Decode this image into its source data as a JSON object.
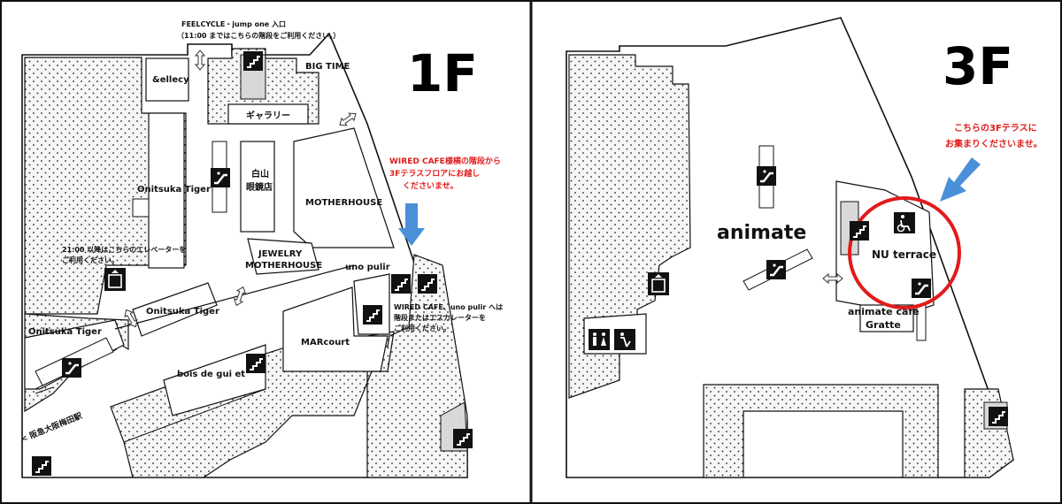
{
  "floor1": {
    "title": "1F",
    "stores": {
      "ellecy": "&ellecy",
      "big_time": "BIG TIME",
      "gallery": "ギャラリー",
      "onitsuka_1": "Onitsuka Tiger",
      "hakusan_1": "白山",
      "hakusan_2": "眼鏡店",
      "motherhouse": "MOTHERHOUSE",
      "jewelry_1": "JEWELRY",
      "jewelry_2": "MOTHERHOUSE",
      "uno_pulir": "uno pulir",
      "onitsuka_2": "Onitsuka Tiger",
      "onitsuka_3": "Onitsuka Tiger",
      "marcourt": "MARcourt",
      "bois": "bois de gui et"
    },
    "notes": {
      "feelcycle_1": "FEELCYCLE・jump one 入口",
      "feelcycle_2": "（11:00 まではこちらの階段をご利用ください。）",
      "elevator_1": "21:00 以降はこちらのエレベーターを",
      "elevator_2": "ご利用ください。",
      "wired_1": "WIRED CAFE、uno pulir へは",
      "wired_2": "階段またはエスカレーターを",
      "wired_3": "ご利用ください。",
      "station": "< 阪急大阪梅田駅"
    },
    "red_note": [
      "WIRED CAFE様横の階段から",
      "3Fテラスフロアにお越し",
      "くださいませ。"
    ]
  },
  "floor3": {
    "title": "3F",
    "stores": {
      "animate": "animate",
      "nu_terrace": "NU terrace",
      "animate_cafe_1": "animate cafe",
      "animate_cafe_2": "Gratte"
    },
    "red_note": [
      "こちらの3Fテラスに",
      "お集まりくださいませ。"
    ]
  },
  "colors": {
    "red": "#e21b1b",
    "arrow_blue": "#4a90d9",
    "icon_black": "#111111",
    "dotted_area": "#f6f6f6"
  },
  "icons": [
    "stairs-icon",
    "escalator-icon",
    "elevator-icon",
    "restroom-icon",
    "baby-care-icon",
    "two-way-arrow-icon",
    "accessible-icon"
  ]
}
